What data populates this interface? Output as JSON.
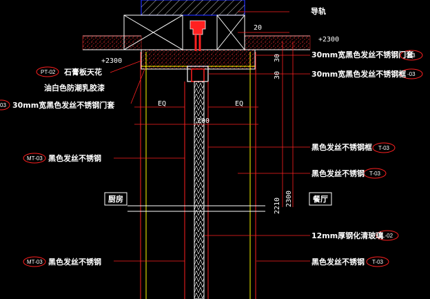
{
  "drawing": {
    "labels": {
      "guide_rail": "导轨",
      "ceiling_line1": "石膏板天花",
      "ceiling_line2": "油白色防潮乳胶漆",
      "door_cover_right": "30mm宽黑色发丝不锈钢门套",
      "frame_right": "30mm宽黑色发丝不锈钢框",
      "door_cover_left": "30mm宽黑色发丝不锈钢门套",
      "steel_left_upper": "黑色发丝不锈钢",
      "steel_left_lower": "黑色发丝不锈钢",
      "frame_right_mid": "黑色发丝不锈钢框",
      "steel_right_mid": "黑色发丝不锈钢",
      "glass": "12mm厚钢化清玻璃",
      "steel_right_lower": "黑色发丝不锈钢",
      "kitchen": "厨房",
      "dining": "餐厅"
    },
    "tags": {
      "pt02": "PT-02",
      "d03_cut": "03",
      "mt03_left_upper": "MT-03",
      "mt03_left_lower": "MT-03",
      "d03_right_1": "-03",
      "d03_right_2": "-03",
      "t03_right_3": "T-03",
      "t03_right_4": "T-03",
      "l02_right": "L-02",
      "t03_right_5": "T-03"
    },
    "dimensions": {
      "d20": "20",
      "d30a": "30",
      "d30b": "30",
      "eq_left": "EQ",
      "eq_right": "EQ",
      "d200": "200",
      "d2210": "2210",
      "d2300": "2300",
      "lvl_left": "+2300",
      "lvl_right": "+2300"
    },
    "colors": {
      "background": "#000000",
      "annotation": "#ff2020",
      "wall": "#ffffff",
      "hatch": "#ff3030",
      "rail": "#ff2020",
      "frame": "#ffff00",
      "dim_text": "#ffffff",
      "ceiling_outline": "#2030ff"
    }
  }
}
